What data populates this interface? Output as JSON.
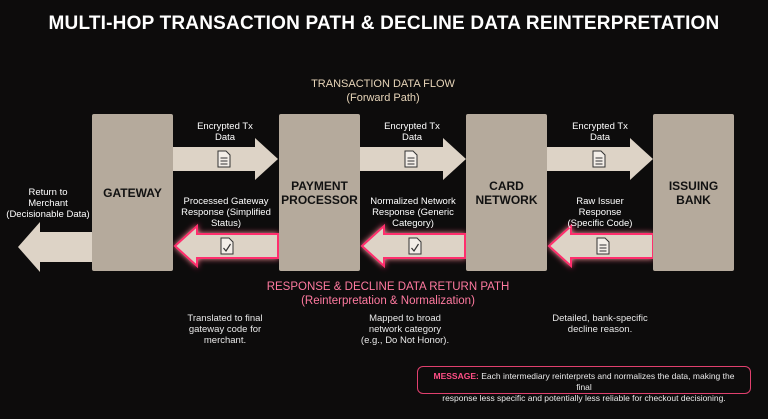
{
  "title": "MULTI-HOP TRANSACTION PATH & DECLINE DATA REINTERPRETATION",
  "forward": {
    "line1": "TRANSACTION DATA FLOW",
    "line2": "(Forward Path)"
  },
  "return_path": {
    "line1": "RESPONSE & DECLINE DATA RETURN PATH",
    "line2": "(Reinterpretation & Normalization)"
  },
  "nodes": [
    {
      "l1": "GATEWAY",
      "l2": ""
    },
    {
      "l1": "PAYMENT",
      "l2": "PROCESSOR"
    },
    {
      "l1": "CARD",
      "l2": "NETWORK"
    },
    {
      "l1": "ISSUING",
      "l2": "BANK"
    }
  ],
  "forward_captions": [
    {
      "l1": "Encrypted Tx",
      "l2": "Data"
    },
    {
      "l1": "Encrypted Tx",
      "l2": "Data"
    },
    {
      "l1": "Encrypted Tx",
      "l2": "Data"
    }
  ],
  "return_captions": [
    {
      "l1": "Processed Gateway",
      "l2": "Response (Simplified",
      "l3": "Status)"
    },
    {
      "l1": "Normalized Network",
      "l2": "Response (Generic",
      "l3": "Category)"
    },
    {
      "l1": "Raw Issuer",
      "l2": "Response",
      "l3": "(Specific Code)"
    }
  ],
  "merchant": {
    "l1": "Return to",
    "l2": "Merchant",
    "l3": "(Decisionable Data)"
  },
  "notes": [
    {
      "l1": "Translated to final",
      "l2": "gateway code for",
      "l3": "merchant."
    },
    {
      "l1": "Mapped to broad",
      "l2": "network category",
      "l3": "(e.g., Do Not Honor)."
    },
    {
      "l1": "Detailed, bank-specific",
      "l2": "decline reason.",
      "l3": ""
    }
  ],
  "message": {
    "key": "MESSAGE:",
    "line1": " Each intermediary reinterprets and normalizes the data, making the final",
    "line2": "response less specific and potentially less reliable for checkout decisioning."
  },
  "colors": {
    "box": "#b5aa9c",
    "arrow": "#ddd3c6",
    "glow": "#ff2f6d",
    "accent": "#ff7aa0"
  },
  "icons": {
    "document": "document-icon",
    "checked_document": "checked-document-icon"
  }
}
